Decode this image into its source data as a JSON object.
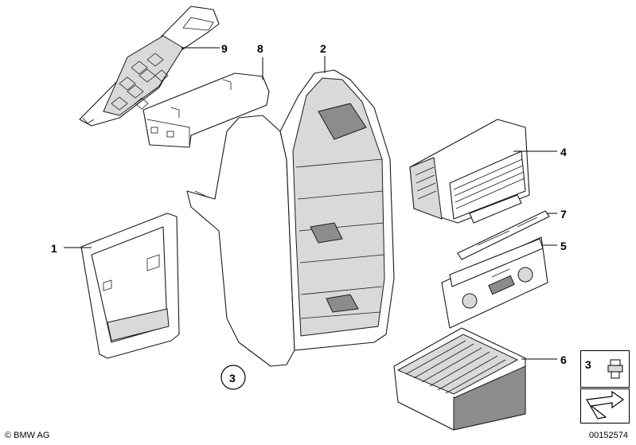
{
  "callouts": {
    "c1": "1",
    "c2": "2",
    "c3_circle": "3",
    "c3_inset": "3",
    "c4": "4",
    "c5": "5",
    "c6": "6",
    "c7": "7",
    "c8": "8",
    "c9": "9"
  },
  "footer": {
    "copyright": "© BMW AG",
    "drawing_number": "00152574"
  },
  "colors": {
    "line": "#1a1a1a",
    "shade": "#d9d9d9",
    "background": "#ffffff"
  }
}
